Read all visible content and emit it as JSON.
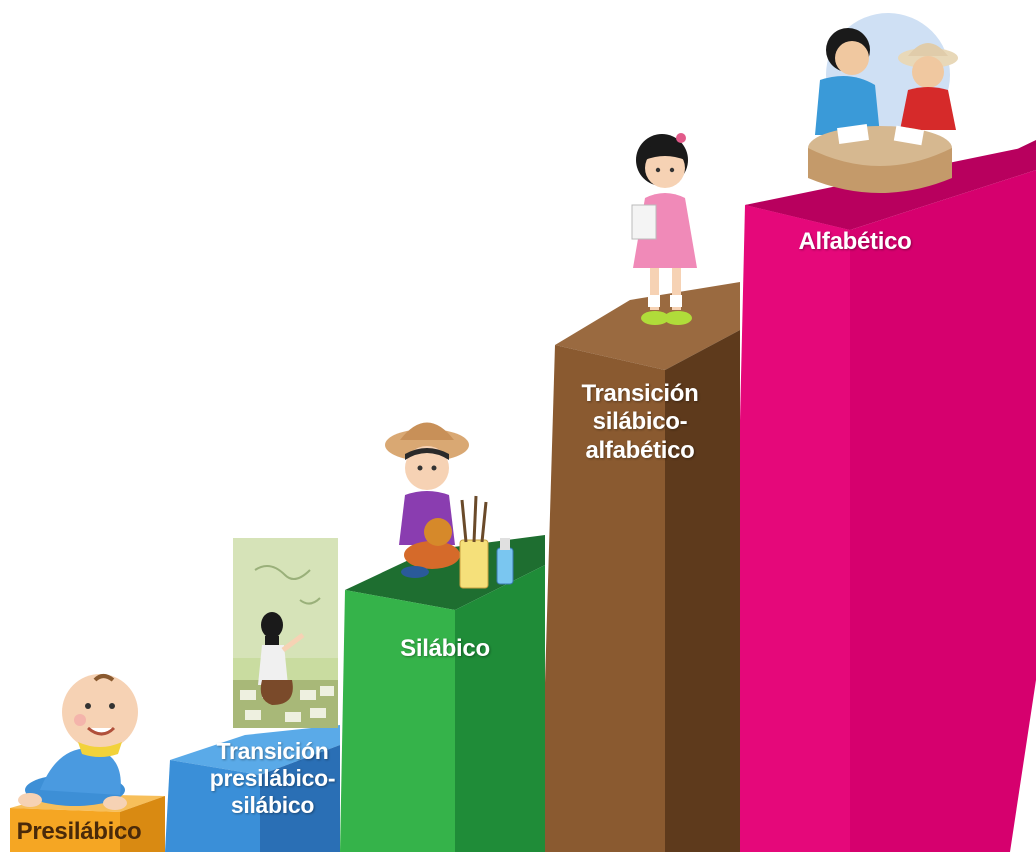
{
  "steps": [
    {
      "label": "Presilábico",
      "figure": "crawling-baby-figure",
      "colors": {
        "front": "#f5a623",
        "side": "#d98a12",
        "top": "#f7bf5a"
      }
    },
    {
      "label": "Transición\npresilábico-\nsilábico",
      "figure": "girl-writing-on-wall-photo",
      "colors": {
        "front": "#3a8fd8",
        "side": "#2a6fb5",
        "top": "#5aaae8"
      }
    },
    {
      "label": "Silábico",
      "figure": "boy-with-hat-sitting-figure",
      "colors": {
        "front": "#35b34a",
        "side": "#1f8c38",
        "top": "#1e6e30"
      }
    },
    {
      "label": "Transición\nsilábico-\nalfabético",
      "figure": "girl-holding-paper-figure",
      "colors": {
        "front": "#8a5a30",
        "side": "#5e3a1c",
        "top": "#9a6a40"
      }
    },
    {
      "label": "Alfabético",
      "figure": "children-at-table-figure",
      "colors": {
        "front": "#e5087a",
        "side": "#c9006a",
        "top": "#b8005e"
      }
    }
  ]
}
